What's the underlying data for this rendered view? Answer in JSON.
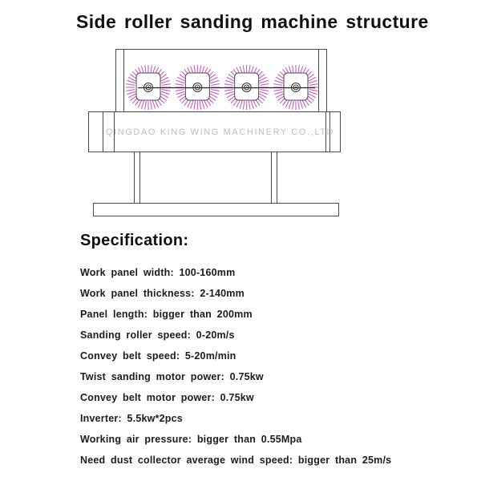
{
  "page": {
    "title": "Side roller sanding machine structure"
  },
  "diagram": {
    "watermark": "QINGDAO KING WING MACHINERY CO.,LTD",
    "roller_count": 4,
    "colors": {
      "bristle": "#c44ec4",
      "outline": "#4a4a4a",
      "axis_line": "#222222",
      "watermark": "#bcbcbc"
    }
  },
  "specification": {
    "heading": "Specification:",
    "items": [
      "Work panel width: 100-160mm",
      "Work panel thickness: 2-140mm",
      "Panel length: bigger than 200mm",
      "Sanding roller speed: 0-20m/s",
      "Convey belt speed: 5-20m/min",
      "Twist sanding motor power: 0.75kw",
      "Convey belt motor power: 0.75kw",
      "Inverter: 5.5kw*2pcs",
      "Working air pressure: bigger than 0.55Mpa",
      "Need dust collector average wind speed: bigger than 25m/s"
    ]
  }
}
